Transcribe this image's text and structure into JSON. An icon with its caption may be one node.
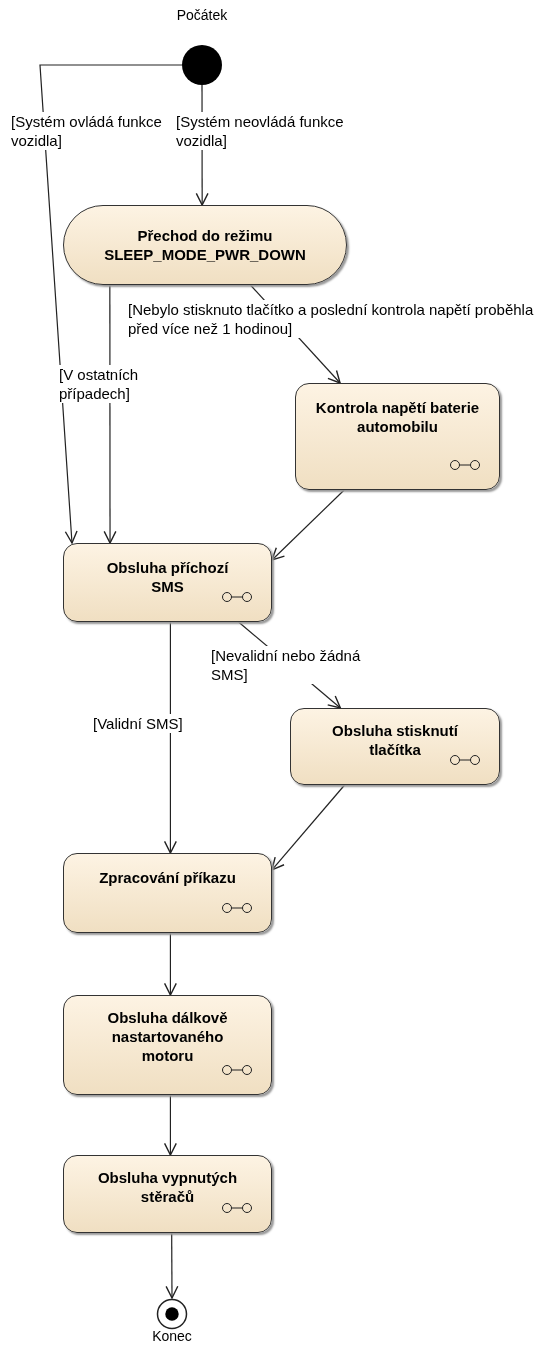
{
  "diagram": {
    "nodes": [
      {
        "text": [],
        "shape": "circle",
        "beside": [
          "Počátek"
        ]
      },
      {
        "text": [
          "Přechod do režimu SLEEP_MODE_PWR_DOWN"
        ]
      },
      {
        "text": [
          "Kontrola napětí baterie automobilu"
        ]
      },
      {
        "text": [
          "Obsluha příchozí SMS"
        ]
      },
      {
        "text": [
          "Obsluha stisknutí tlačítka"
        ]
      },
      {
        "text": [
          "Zpracování příkazu"
        ]
      },
      {
        "text": [
          "Obsluha dálkově nastartovaného motoru"
        ]
      },
      {
        "text": [
          "Obsluha vypnutých stěračů"
        ]
      },
      {
        "text": [],
        "shape": "circle",
        "beside": [
          "Konec"
        ]
      }
    ],
    "edges": [
      {
        "from": 0,
        "to": 1,
        "arrow": "to",
        "label": "[Systém neovládá funkce vozidla]"
      },
      {
        "from": 0,
        "to": 3,
        "arrow": "to",
        "label": "[Systém ovládá funkce vozidla]"
      },
      {
        "from": 1,
        "to": 3,
        "arrow": "to",
        "label": "[V ostatních případech]"
      },
      {
        "from": 1,
        "to": 2,
        "arrow": "to",
        "label": "[Nebylo stisknuto tlačítko a poslední kontrola napětí proběhla před více než 1 hodinou]"
      },
      {
        "from": 2,
        "to": 3,
        "arrow": "to"
      },
      {
        "from": 3,
        "to": 5,
        "arrow": "to",
        "label": "[Validní SMS]"
      },
      {
        "from": 3,
        "to": 4,
        "arrow": "to",
        "label": "[Nevalidní nebo žádná SMS]"
      },
      {
        "from": 4,
        "to": 5,
        "arrow": "to"
      },
      {
        "from": 5,
        "to": 6,
        "arrow": "to"
      },
      {
        "from": 6,
        "to": 7,
        "arrow": "to"
      },
      {
        "from": 7,
        "to": 8,
        "arrow": "to"
      }
    ]
  }
}
